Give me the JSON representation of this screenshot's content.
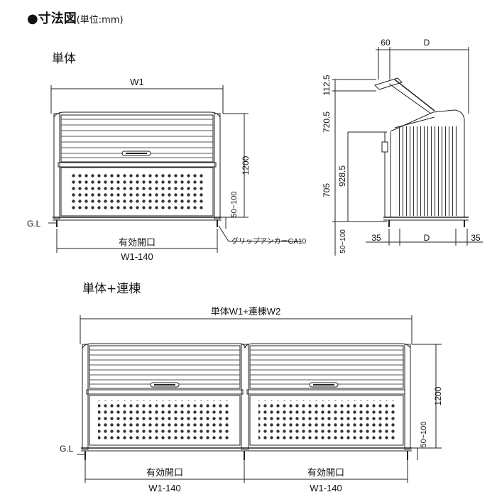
{
  "title": "●寸法図",
  "title_unit": "(単位:mm)",
  "section_single": "単体",
  "section_combined": "単体+連棟",
  "single": {
    "width_label": "W1",
    "height_label": "1200",
    "gl_label": "G.L",
    "gap_label": "50~100",
    "opening_label": "有効開口",
    "opening_width": "W1-140",
    "anchor_label": "グリップアンカーGA10"
  },
  "side": {
    "top_offset": "60",
    "top_depth": "D",
    "dim_1125": "112.5",
    "dim_7205": "720.5",
    "dim_9285": "928.5",
    "dim_705": "705",
    "dim_gap": "50~100",
    "left_margin": "35",
    "bottom_depth": "D",
    "right_margin": "35"
  },
  "combined": {
    "width_label": "単体W1+連棟W2",
    "height_label": "1200",
    "gl_label": "G.L",
    "gap_label": "50~100",
    "opening_left": "有効開口",
    "opening_left_width": "W1-140",
    "opening_right": "有効開口",
    "opening_right_width": "W1-140"
  }
}
